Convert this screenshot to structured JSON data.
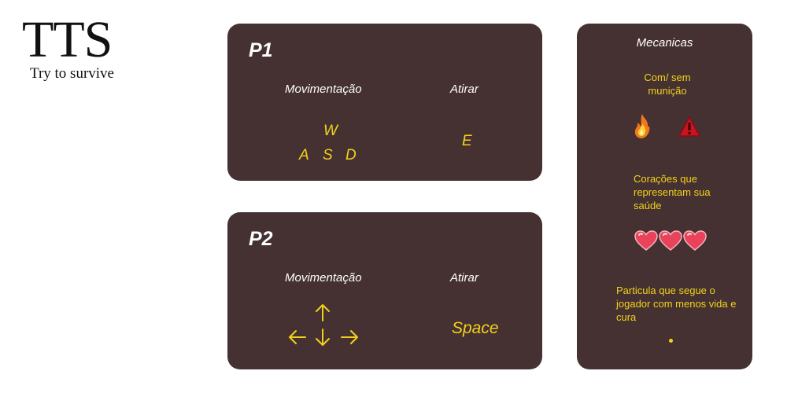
{
  "logo": {
    "title": "TTS",
    "subtitle": "Try to survive"
  },
  "p1": {
    "label": "P1",
    "movement_heading": "Movimentação",
    "shoot_heading": "Atirar",
    "keys": {
      "up": "W",
      "left": "A",
      "down": "S",
      "right": "D"
    },
    "shoot_key": "E"
  },
  "p2": {
    "label": "P2",
    "movement_heading": "Movimentação",
    "shoot_heading": "Atirar",
    "arrow_icons": [
      "arrow-up-icon",
      "arrow-left-icon",
      "arrow-down-icon",
      "arrow-right-icon"
    ],
    "shoot_key": "Space"
  },
  "mechanics": {
    "title": "Mecanicas",
    "ammo_text": "Com/ sem munição",
    "ammo_icons": [
      "flame-icon",
      "warning-icon"
    ],
    "hearts_text": "Corações que representam sua saúde",
    "hearts_count": 3,
    "particle_text": "Particula que segue o jogador com menos vida e cura"
  },
  "colors": {
    "panel_bg": "#463132",
    "accent_yellow": "#f0d21a",
    "heading_white": "#ffffff",
    "heart_red": "#e8435a"
  }
}
